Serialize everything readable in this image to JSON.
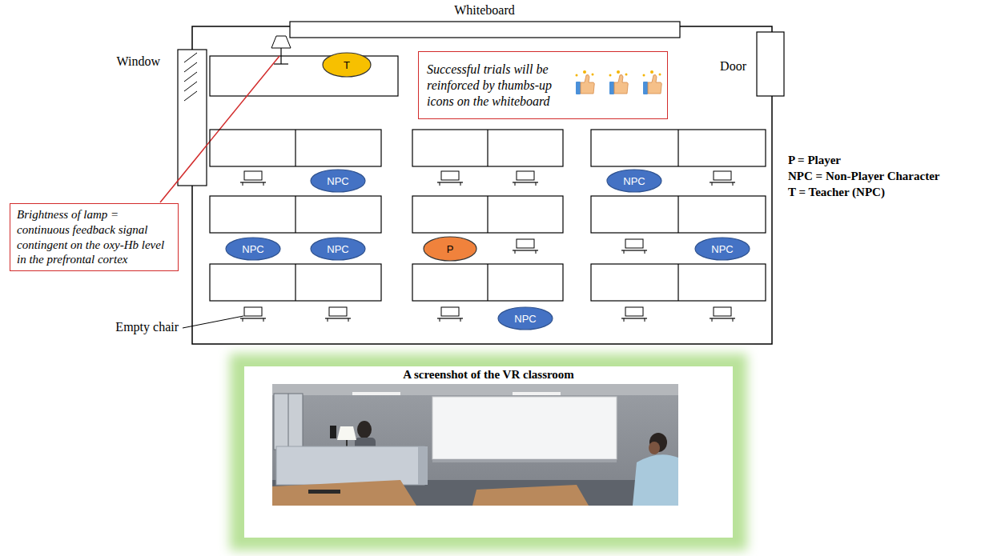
{
  "diagram": {
    "nodes": [
      {
        "text": [
          "T"
        ]
      },
      {
        "text": [
          "Successful trials will be reinforced by thumbs-up icons on the whiteboard"
        ]
      },
      {
        "text": [
          "Brightness of lamp = continuous feedback signal contingent on the oxy-Hb level in the prefrontal cortex"
        ]
      },
      {
        "text": [
          "NPC"
        ]
      },
      {
        "text": [
          "NPC"
        ]
      },
      {
        "text": [
          "NPC"
        ]
      },
      {
        "text": [
          "NPC"
        ]
      },
      {
        "text": [
          "P"
        ]
      },
      {
        "text": [
          "NPC"
        ]
      },
      {
        "text": [
          "NPC"
        ]
      }
    ],
    "labels": [
      "Whiteboard",
      "Window",
      "Door",
      "Empty chair",
      "P = Player",
      "NPC = Non-Player Character",
      "T = Teacher (NPC)",
      "A screenshot of the VR classroom"
    ]
  }
}
